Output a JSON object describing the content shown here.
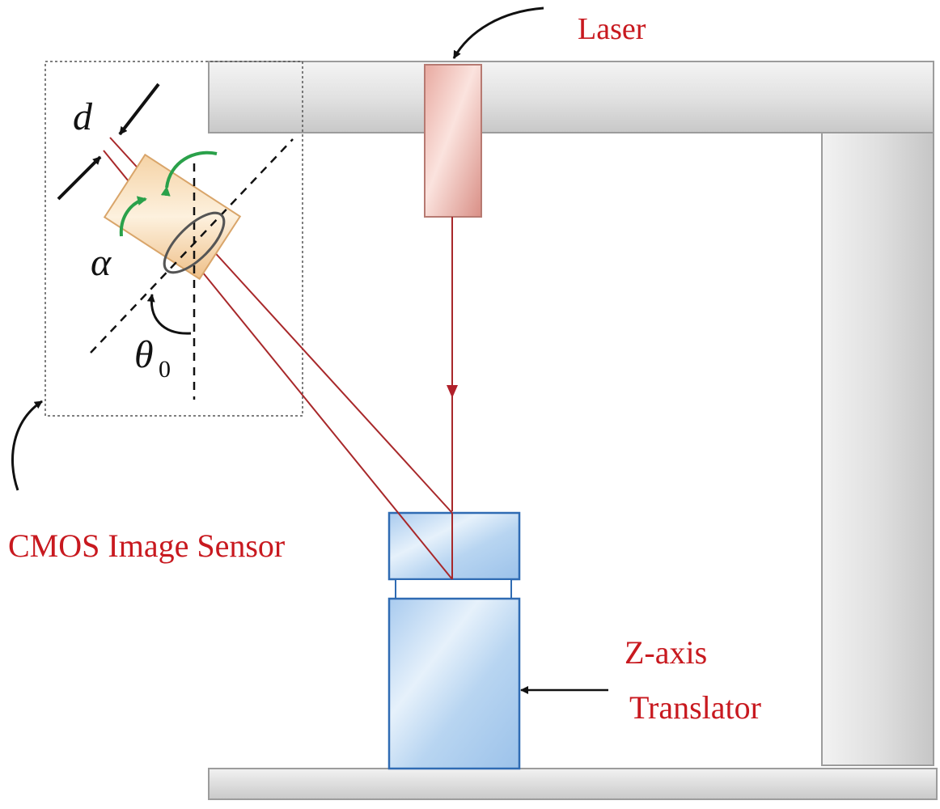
{
  "labels": {
    "laser": "Laser",
    "cmos_sensor": "CMOS Image Sensor",
    "z_axis_line1": "Z-axis",
    "z_axis_line2": "Translator",
    "d": "d",
    "alpha": "α",
    "theta": "θ",
    "theta_sub": "0"
  },
  "colors": {
    "label_red": "#c8191f",
    "beam_red": "#a8282a",
    "frame_gray": "#d9d9d9",
    "laser_body": "#f2c9c3",
    "translator_blue": "#bcd8f2",
    "translator_border": "#2f6bb3",
    "sensor_body": "#f7d9b8",
    "rotation_arrow_green": "#2aa14a"
  },
  "icons": {
    "laser_pointer_arrow": "curved-arrow-icon",
    "sensor_pointer_arrow": "curved-arrow-icon",
    "translator_pointer_arrow": "arrow-left-icon",
    "rotation_arrows": "curved-arrow-icon",
    "theta_arc": "curved-arrow-icon"
  }
}
